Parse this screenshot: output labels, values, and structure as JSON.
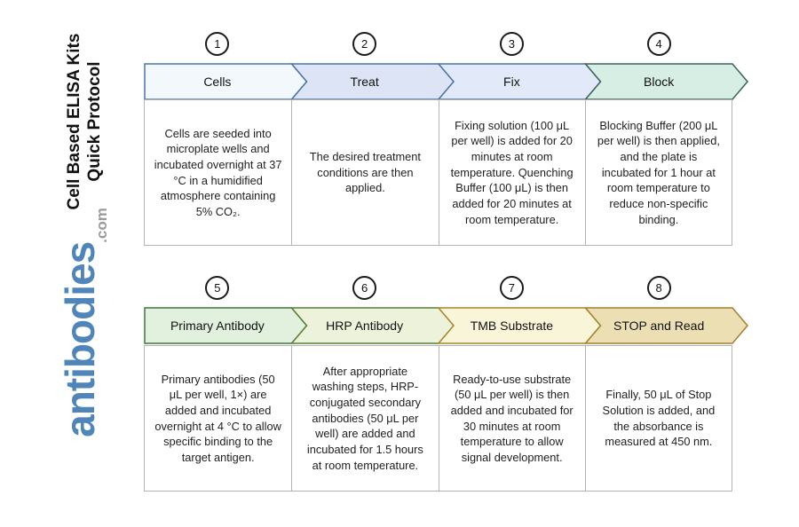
{
  "sidebar": {
    "title_line1": "Cell Based ELISA Kits",
    "title_line2": "Quick Protocol",
    "logo_text": "antibodies",
    "logo_suffix": ".com",
    "logo_color": "#4f85b8",
    "logo_suffix_color": "#9a9a9a"
  },
  "rows": [
    {
      "steps": [
        {
          "number": "1",
          "label": "Cells",
          "fill": "#f3f8fc",
          "border": "#4a74a8",
          "description": "Cells are seeded into microplate wells and incubated overnight at 37 °C in a humidified atmosphere containing 5% CO₂."
        },
        {
          "number": "2",
          "label": "Treat",
          "fill": "#dce4f5",
          "border": "#4a74a8",
          "description": "The desired treatment conditions are then applied."
        },
        {
          "number": "3",
          "label": "Fix",
          "fill": "#e2e9f8",
          "border": "#4a74a8",
          "description": "Fixing solution (100 μL per well) is added for 20 minutes at room temperature. Quenching Buffer (100 μL) is then added for 20 minutes at room temperature."
        },
        {
          "number": "4",
          "label": "Block",
          "fill": "#d6eee3",
          "border": "#3c6259",
          "description": "Blocking Buffer (200 μL per well) is then applied, and the plate is incubated for 1 hour at room temperature to reduce non-specific binding."
        }
      ]
    },
    {
      "steps": [
        {
          "number": "5",
          "label": "Primary Antibody",
          "fill": "#e1f1de",
          "border": "#41773d",
          "description": "Primary antibodies (50 μL per well, 1×) are added and incubated overnight at 4 °C to allow specific binding to the target antigen."
        },
        {
          "number": "6",
          "label": "HRP Antibody",
          "fill": "#edf3da",
          "border": "#567e35",
          "description": "After appropriate washing steps, HRP-conjugated secondary antibodies (50 μL per well) are added and incubated for 1.5 hours at room temperature."
        },
        {
          "number": "7",
          "label": "TMB Substrate",
          "fill": "#f8f5d9",
          "border": "#a8872f",
          "description": "Ready-to-use substrate (50 μL per well) is then added and incubated for 30 minutes at room temperature to allow signal development."
        },
        {
          "number": "8",
          "label": "STOP and Read",
          "fill": "#ecdfb3",
          "border": "#a2802d",
          "description": "Finally, 50 μL of Stop Solution is added, and the absorbance is measured at 450 nm."
        }
      ]
    }
  ]
}
